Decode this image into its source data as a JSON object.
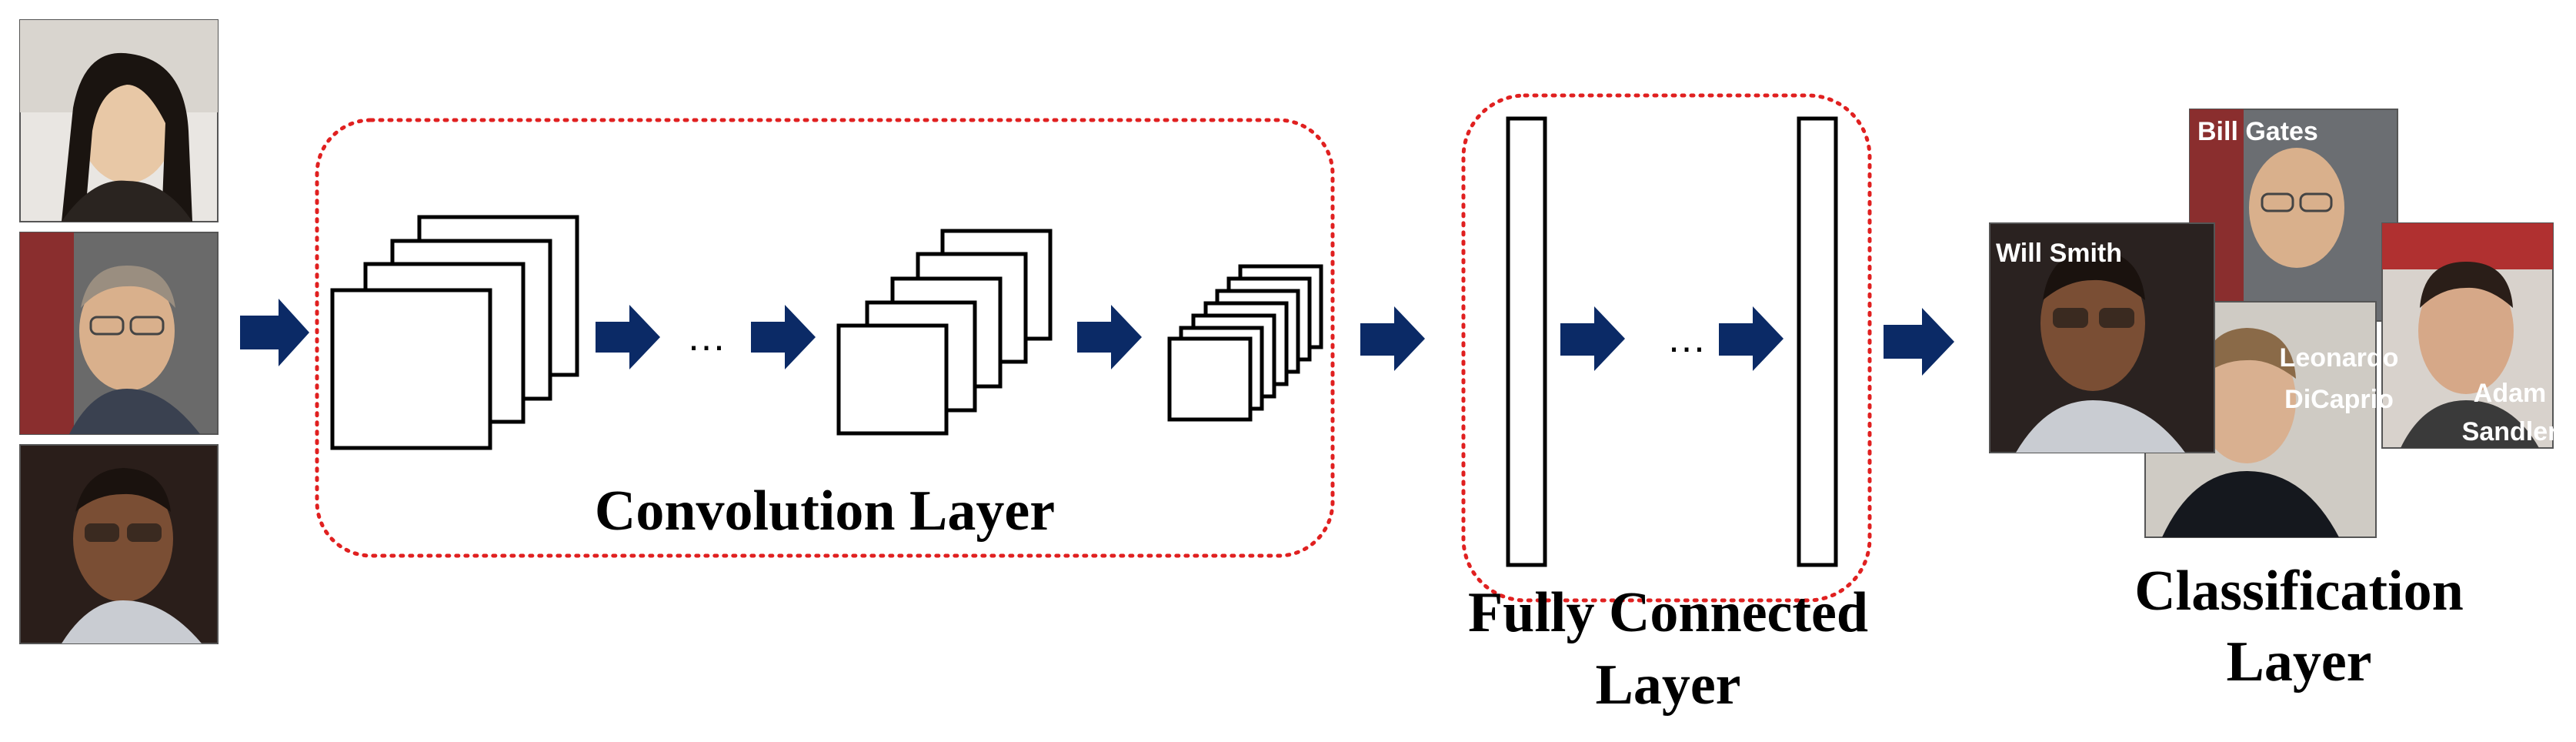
{
  "labels": {
    "convolution": "Convolution Layer",
    "fully_connected_line1": "Fully Connected",
    "fully_connected_line2": "Layer",
    "classification_line1": "Classification",
    "classification_line2": "Layer"
  },
  "ellipsis": "…",
  "identities": {
    "bill_gates": "Bill Gates",
    "will_smith": "Will Smith",
    "leonardo_line1": "Leonardo",
    "leonardo_line2": "DiCaprio",
    "adam_line1": "Adam",
    "adam_line2": "Sandler"
  },
  "colors": {
    "arrow": "#0b2a66",
    "dashed_border": "#e02020"
  }
}
